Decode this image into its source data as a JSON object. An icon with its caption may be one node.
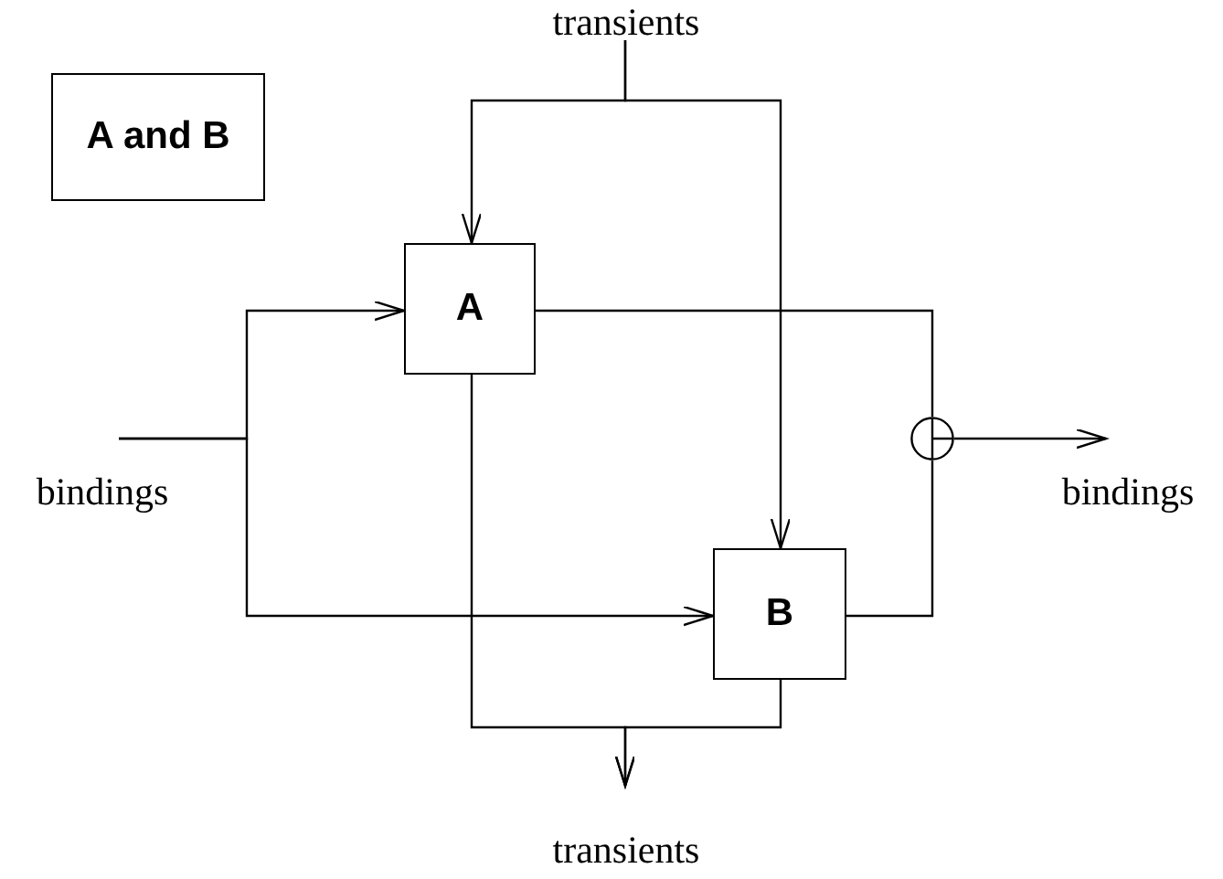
{
  "diagram": {
    "nodes": [
      {
        "text": [
          "A and B"
        ]
      },
      {
        "text": [
          "A"
        ]
      },
      {
        "text": [
          "B"
        ]
      },
      {
        "text": [
          "transients"
        ]
      },
      {
        "text": [
          "bindings"
        ]
      },
      {
        "text": [
          "bindings"
        ]
      },
      {
        "text": [
          "transients"
        ]
      },
      {
        "text": [],
        "shape": "circle"
      }
    ],
    "edges": [
      {
        "from": 3,
        "to": 1,
        "arrow": "to"
      },
      {
        "from": 3,
        "to": 2,
        "arrow": "to"
      },
      {
        "from": 4,
        "to": 1,
        "arrow": "to"
      },
      {
        "from": 4,
        "to": 2,
        "arrow": "to"
      },
      {
        "from": 1,
        "to": 7,
        "arrow": "none"
      },
      {
        "from": 2,
        "to": 7,
        "arrow": "none"
      },
      {
        "from": 7,
        "to": 5,
        "arrow": "to"
      },
      {
        "from": 1,
        "to": 6,
        "arrow": "to"
      },
      {
        "from": 2,
        "to": 6,
        "arrow": "to"
      }
    ]
  }
}
